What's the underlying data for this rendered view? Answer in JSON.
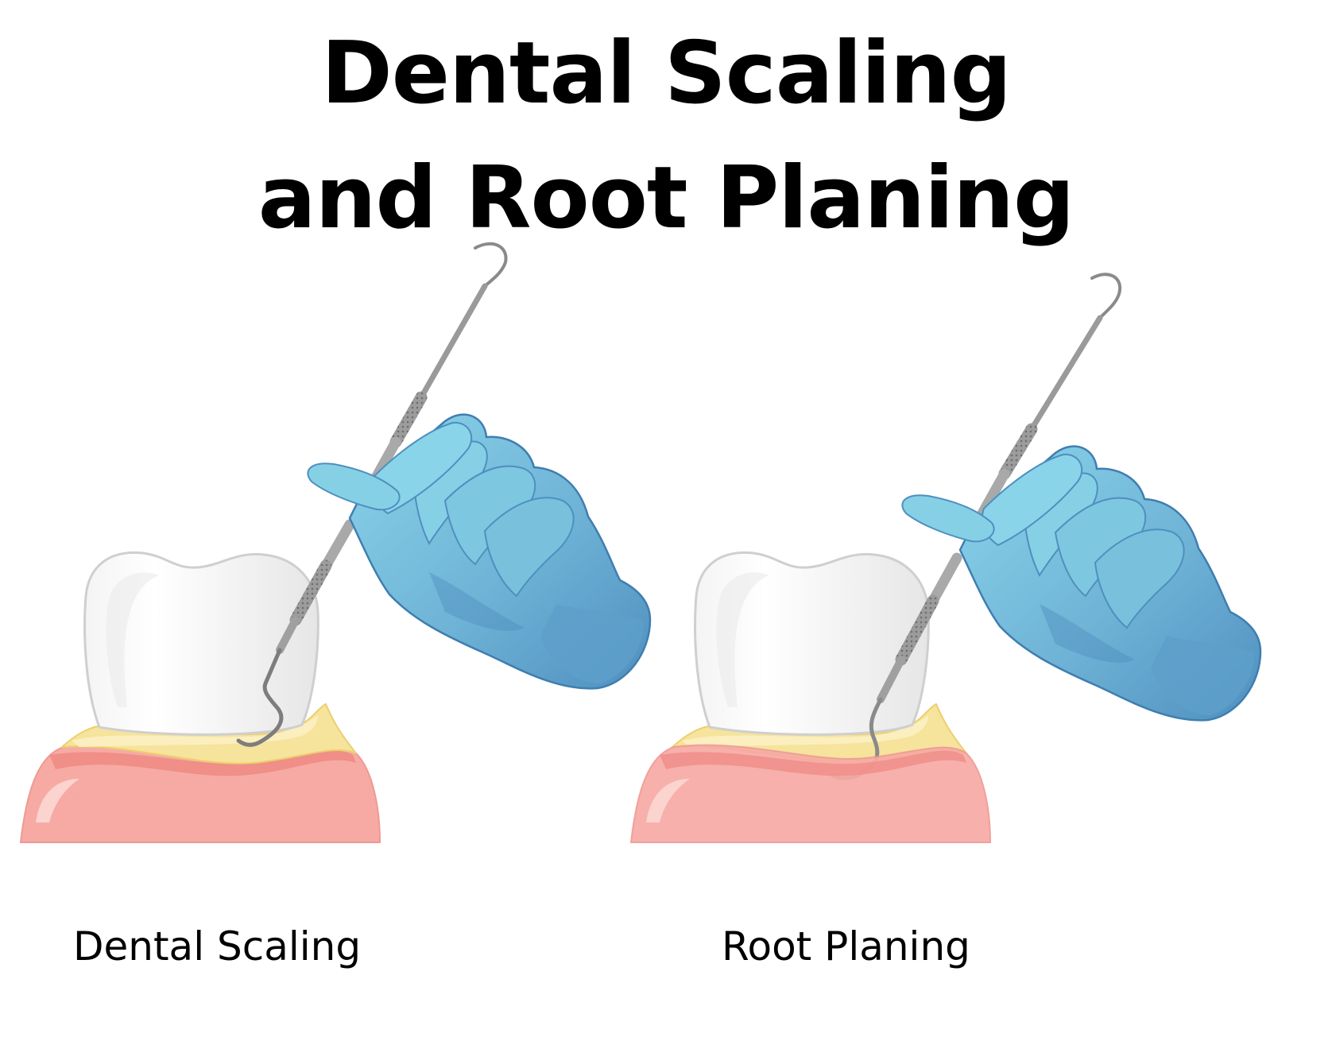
{
  "title": {
    "line1": "Dental Scaling",
    "line2": "and Root Planing"
  },
  "panels": [
    {
      "caption": "Dental Scaling",
      "icons": [
        "tooth-icon",
        "gum-icon",
        "dental-scaler-icon",
        "gloved-hand-icon"
      ]
    },
    {
      "caption": "Root Planing",
      "icons": [
        "tooth-icon",
        "gum-icon",
        "dental-scaler-icon",
        "gloved-hand-icon"
      ]
    }
  ],
  "colors": {
    "glove_light": "#86d0e6",
    "glove_mid": "#6fb3d6",
    "glove_dark": "#4f8fbf",
    "glove_outline": "#3f7eb0",
    "gum": "#f7aaa4",
    "gum_dark": "#f08e88",
    "plaque": "#f6e39c",
    "tooth": "#ffffff",
    "tooth_outline": "#c9c9c9",
    "instrument": "#a9a9a9",
    "instrument_dark": "#6e6e6e"
  }
}
